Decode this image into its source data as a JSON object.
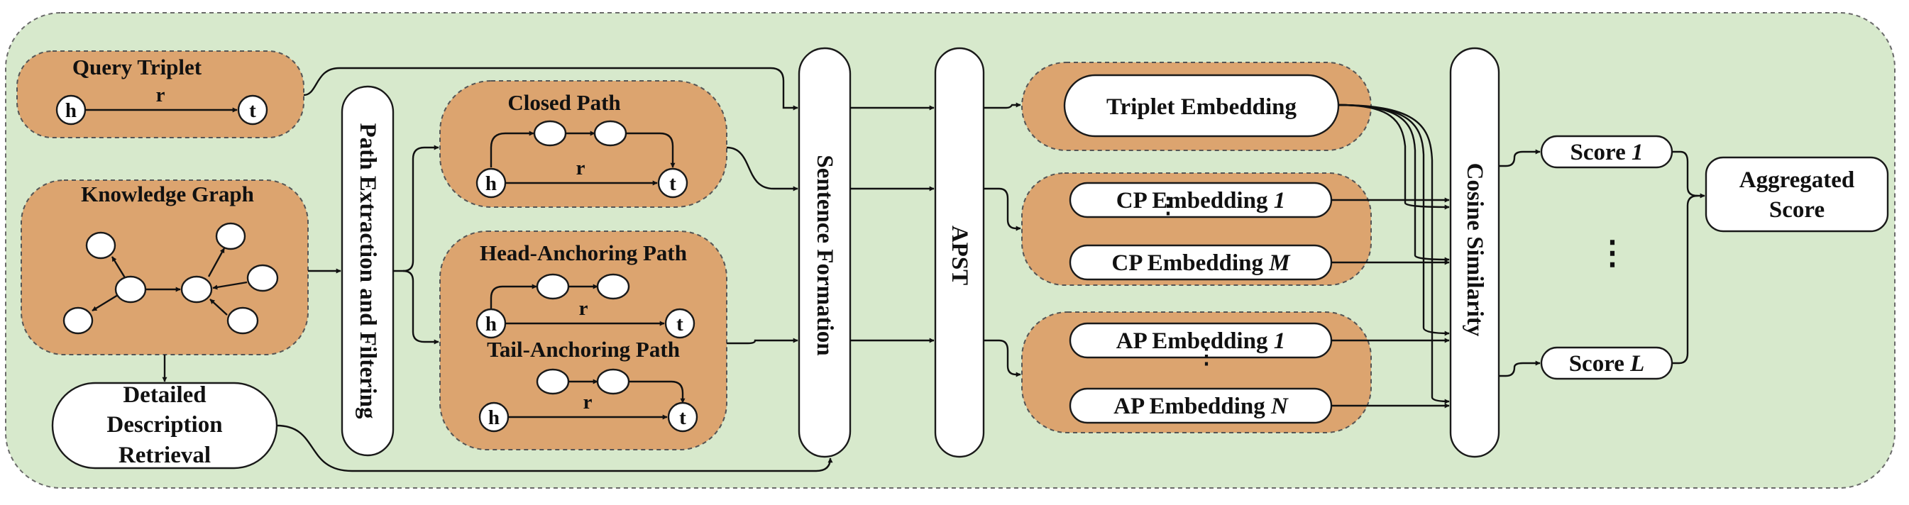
{
  "query_triplet": {
    "title": "Query Triplet",
    "head": "h",
    "relation": "r",
    "tail": "t"
  },
  "knowledge_graph": {
    "title": "Knowledge Graph"
  },
  "detailed_description": {
    "lines": [
      "Detailed",
      "Description",
      "Retrieval"
    ]
  },
  "path_extraction": {
    "label": "Path Extraction and Filtering"
  },
  "closed_path": {
    "title": "Closed Path",
    "head": "h",
    "relation": "r",
    "tail": "t"
  },
  "anchoring_paths": {
    "head_title": "Head-Anchoring Path",
    "tail_title": "Tail-Anchoring Path",
    "head": "h",
    "relation": "r",
    "tail": "t"
  },
  "sentence_formation": {
    "label": "Sentence Formation"
  },
  "apst": {
    "label": "APST"
  },
  "embeddings": {
    "triplet": "Triplet Embedding",
    "cp_first_prefix": "CP Embedding ",
    "cp_first_index": "1",
    "cp_last_prefix": "CP Embedding ",
    "cp_last_index": "M",
    "ap_first_prefix": "AP Embedding ",
    "ap_first_index": "1",
    "ap_last_prefix": "AP Embedding ",
    "ap_last_index": "N",
    "ellipsis": "⋮"
  },
  "cosine_similarity": {
    "label": "Cosine Similarity"
  },
  "scores": {
    "first_prefix": "Score ",
    "first_index": "1",
    "last_prefix": "Score ",
    "last_index": "L",
    "ellipsis": "⋮"
  },
  "aggregated_score": {
    "lines": [
      "Aggregated",
      "Score"
    ]
  }
}
